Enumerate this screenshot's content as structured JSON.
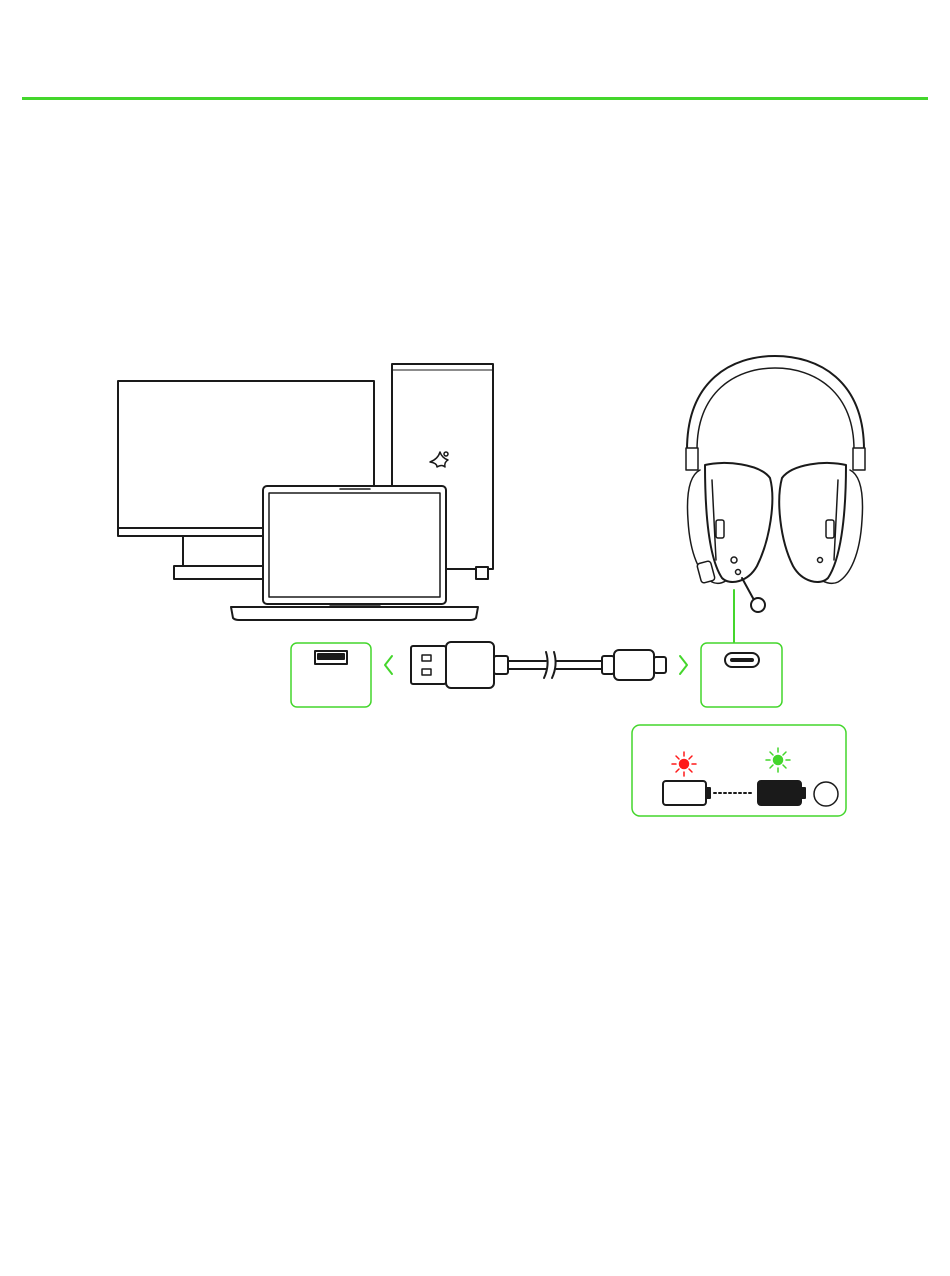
{
  "colors": {
    "accent": "#44d62c",
    "led_red": "#ff1a1a",
    "led_green": "#44d62c",
    "line": "#1a1a1a"
  },
  "figure": {
    "devices": [
      "desktop-monitor",
      "pc-tower",
      "laptop"
    ],
    "host_port": "usb-a-port",
    "cable": "usb-a-to-usb-c-cable",
    "headset_port": "usb-c-port",
    "charging_indicator": {
      "start_state": "low-battery",
      "start_led_color": "red",
      "end_state": "full-battery",
      "end_led_color": "green"
    }
  }
}
